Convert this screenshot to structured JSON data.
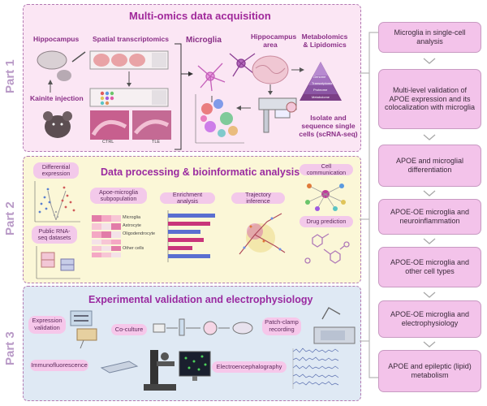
{
  "parts": [
    {
      "label": "Part 1",
      "title": "Multi-omics data acquisition"
    },
    {
      "label": "Part 2",
      "title": "Data processing & bioinformatic analysis"
    },
    {
      "label": "Part 3",
      "title": "Experimental validation and electrophysiology"
    }
  ],
  "part1": {
    "hippocampus": "Hippocampus",
    "spatial": "Spatial transcriptomics",
    "microglia": "Microglia",
    "hippocampus_area": "Hippocampus area",
    "metabolomics": "Metabolomics & Lipidomics",
    "kainite": "Kainite injection",
    "isolate": "Isolate and sequence single cells (scRNA-seq)",
    "ctrl": "CTRL",
    "tle": "TLE",
    "pyramid": [
      "Genome",
      "Transcriptome",
      "Proteome",
      "Metabolome"
    ]
  },
  "part2": {
    "differential": "Differential expression",
    "apoe_sub": "Apoe-microglia subpopulation",
    "enrichment": "Enrichment analysis",
    "trajectory": "Trajectory inference",
    "cell_comm": "Cell communication",
    "public": "Public RNA-seq datasets",
    "drug": "Drug prediction",
    "heatmap_rows": [
      "Microglia",
      "Astrocyte",
      "Oligodendrocyte",
      "Other cells"
    ]
  },
  "part3": {
    "expression": "Expression validation",
    "coculture": "Co-culture",
    "patch": "Patch-clamp recording",
    "immuno": "Immunofluorescence",
    "eeg": "Electroencephalography"
  },
  "sidebar": [
    "Microglia in single-cell analysis",
    "Multi-level validation of APOE expression and its colocalization with microglia",
    "APOE and microglial differentiation",
    "APOE-OE microglia and neuroinflammation",
    "APOE-OE microglia and other cell types",
    "APOE-OE microglia and electrophysiology",
    "APOE and epileptic (lipid) metabolism"
  ],
  "colors": {
    "accent": "#a0289a",
    "pill": "#f3c3ea",
    "p1_bg": "#fbe6f4",
    "p2_bg": "#fbf7d7",
    "p3_bg": "#dfe9f4"
  }
}
